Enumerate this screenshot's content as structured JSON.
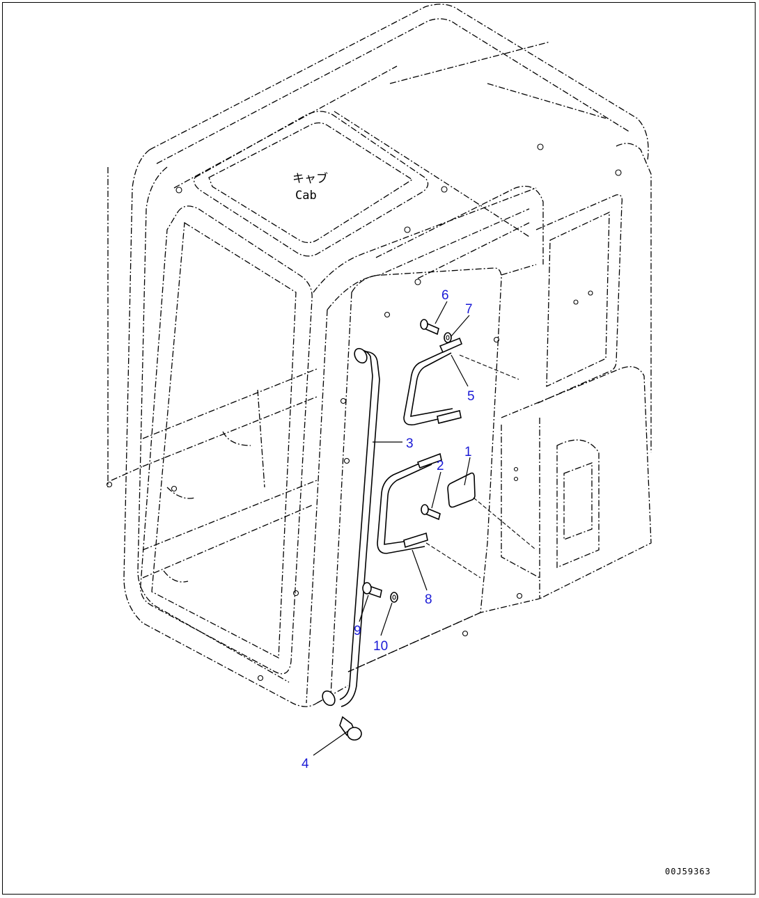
{
  "diagram": {
    "cab_label_jp": "キャブ",
    "cab_label_en": "Cab",
    "drawing_code": "00J59363",
    "callouts": [
      {
        "id": "c1",
        "text": "1"
      },
      {
        "id": "c2",
        "text": "2"
      },
      {
        "id": "c3",
        "text": "3"
      },
      {
        "id": "c4",
        "text": "4"
      },
      {
        "id": "c5",
        "text": "5"
      },
      {
        "id": "c6",
        "text": "6"
      },
      {
        "id": "c7",
        "text": "7"
      },
      {
        "id": "c8",
        "text": "8"
      },
      {
        "id": "c9",
        "text": "9"
      },
      {
        "id": "c10",
        "text": "10"
      }
    ],
    "callout_color": "#1a1ad6"
  }
}
